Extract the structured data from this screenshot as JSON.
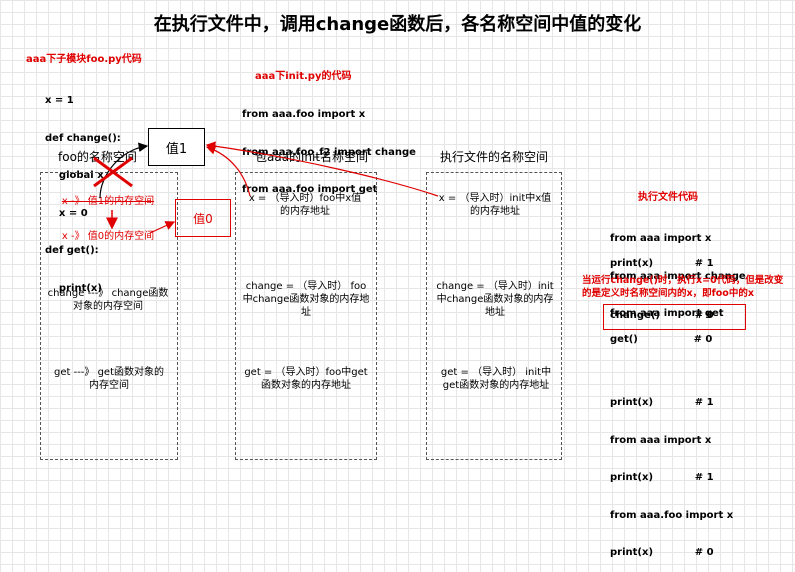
{
  "title": "在执行文件中，调用change函数后，各名称空间中值的变化",
  "foo_py": {
    "heading": "aaa下子模块foo.py代码",
    "code": [
      "x = 1",
      "def change():",
      "    global x",
      "    x = 0",
      "def get():",
      "    print(x)"
    ]
  },
  "init_py": {
    "heading": "aaa下init.py的代码",
    "code": [
      "from aaa.foo import x",
      "from aaa.foo_f2 import change",
      "from aaa.foo import get"
    ]
  },
  "value_boxes": {
    "value1": "值1",
    "value0": "值0"
  },
  "namespaces": {
    "foo": {
      "label": "foo的名称空间",
      "x_old": "x -》 值1的内存空间",
      "x_new": "x -》 值0的内存空间",
      "change": "change ---》 change函数对象的内存空间",
      "get": "get ---》 get函数对象的内存空间"
    },
    "init": {
      "label": "包aaa的init名称空间",
      "x": "x = （导入时）foo中x值的内存地址",
      "change": "change = （导入时） foo中change函数对象的内存地址",
      "get": "get = （导入时）foo中get函数对象的内存地址"
    },
    "exec": {
      "label": "执行文件的名称空间",
      "x": "x = （导入时）init中x值的内存地址",
      "change": "change = （导入时）init中change函数对象的内存地址",
      "get": "get = （导入时） init中get函数对象的内存地址"
    }
  },
  "exec_code": {
    "heading": "执行文件代码",
    "imports": [
      "from aaa import x",
      "from aaa import change",
      "from aaa import get"
    ],
    "print1": "print(x)            # 1",
    "note": "当运行change()时，执行x=0代码，但是改变的是定义时名称空间内的x，即foo中的x",
    "change_call": "change()          # 0",
    "get_call": "get()                # 0",
    "tail": [
      "print(x)            # 1",
      "from aaa import x",
      "print(x)            # 1",
      "from aaa.foo import x",
      "print(x)            # 0"
    ]
  },
  "colors": {
    "red": "#e00000",
    "grid": "#e6e6e6"
  }
}
